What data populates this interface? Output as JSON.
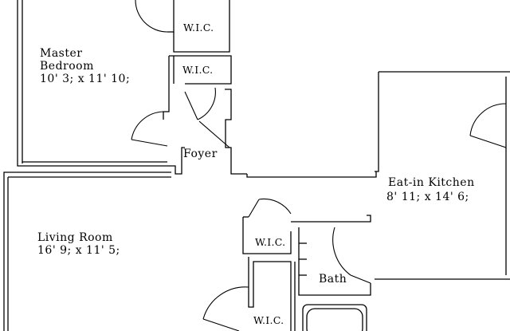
{
  "rooms": {
    "master": {
      "name_line1": "Master",
      "name_line2": "Bedroom",
      "dims": "10' 3; x 11' 10;"
    },
    "wic_top": {
      "label": "W.I.C."
    },
    "wic_small": {
      "label": "W.I.C."
    },
    "foyer": {
      "label": "Foyer"
    },
    "kitchen": {
      "name": "Eat-in Kitchen",
      "dims": "8' 11; x 14' 6;"
    },
    "living": {
      "name": "Living Room",
      "dims": "16' 9; x 11' 5;"
    },
    "wic_mid": {
      "label": "W.I.C."
    },
    "bath": {
      "label": "Bath"
    },
    "wic_bottom": {
      "label": "W.I.C."
    }
  }
}
